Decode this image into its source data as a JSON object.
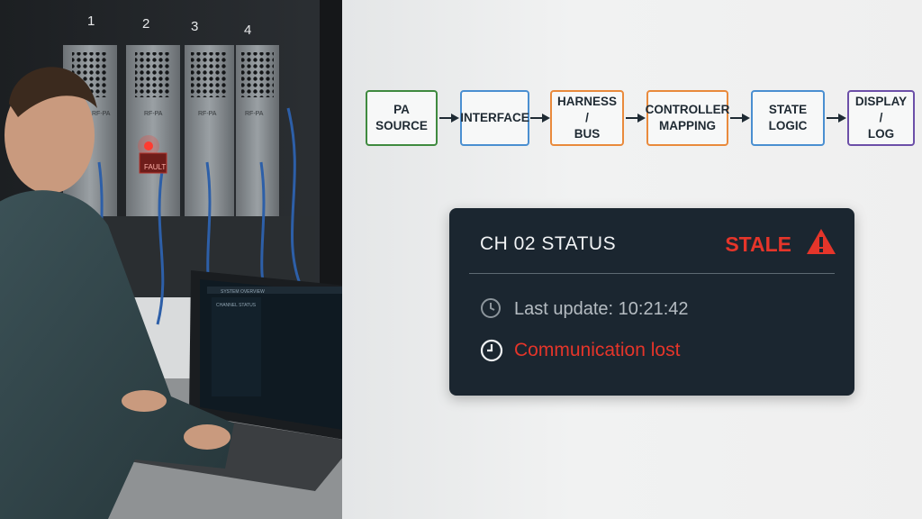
{
  "rack": {
    "slot_numbers": [
      "1",
      "2",
      "3",
      "4"
    ],
    "module_labels": [
      "RF-PA",
      "RF-PA",
      "RF-PA",
      "RF-PA"
    ],
    "fault_label": "FAULT"
  },
  "pipeline": {
    "nodes": [
      {
        "line1": "PA SOURCE",
        "line2": "",
        "color": "#3f8a3f"
      },
      {
        "line1": "INTERFACE",
        "line2": "",
        "color": "#4a8fd1"
      },
      {
        "line1": "HARNESS /",
        "line2": "BUS",
        "color": "#e98a3c"
      },
      {
        "line1": "CONTROLLER",
        "line2": "MAPPING",
        "color": "#e98a3c"
      },
      {
        "line1": "STATE LOGIC",
        "line2": "",
        "color": "#4a8fd1"
      },
      {
        "line1": "DISPLAY /",
        "line2": "LOG",
        "color": "#6c4fa8"
      }
    ]
  },
  "status_card": {
    "title": "CH 02 STATUS",
    "state": "STALE",
    "state_color": "#e5352a",
    "last_update": "Last update: 10:21:42",
    "message": "Communication lost",
    "icons": [
      "warning-icon",
      "clock-icon",
      "clock-icon"
    ]
  },
  "laptop": {
    "app_title": "SYSTEM OVERVIEW",
    "panel_title": "CHANNEL STATUS"
  }
}
